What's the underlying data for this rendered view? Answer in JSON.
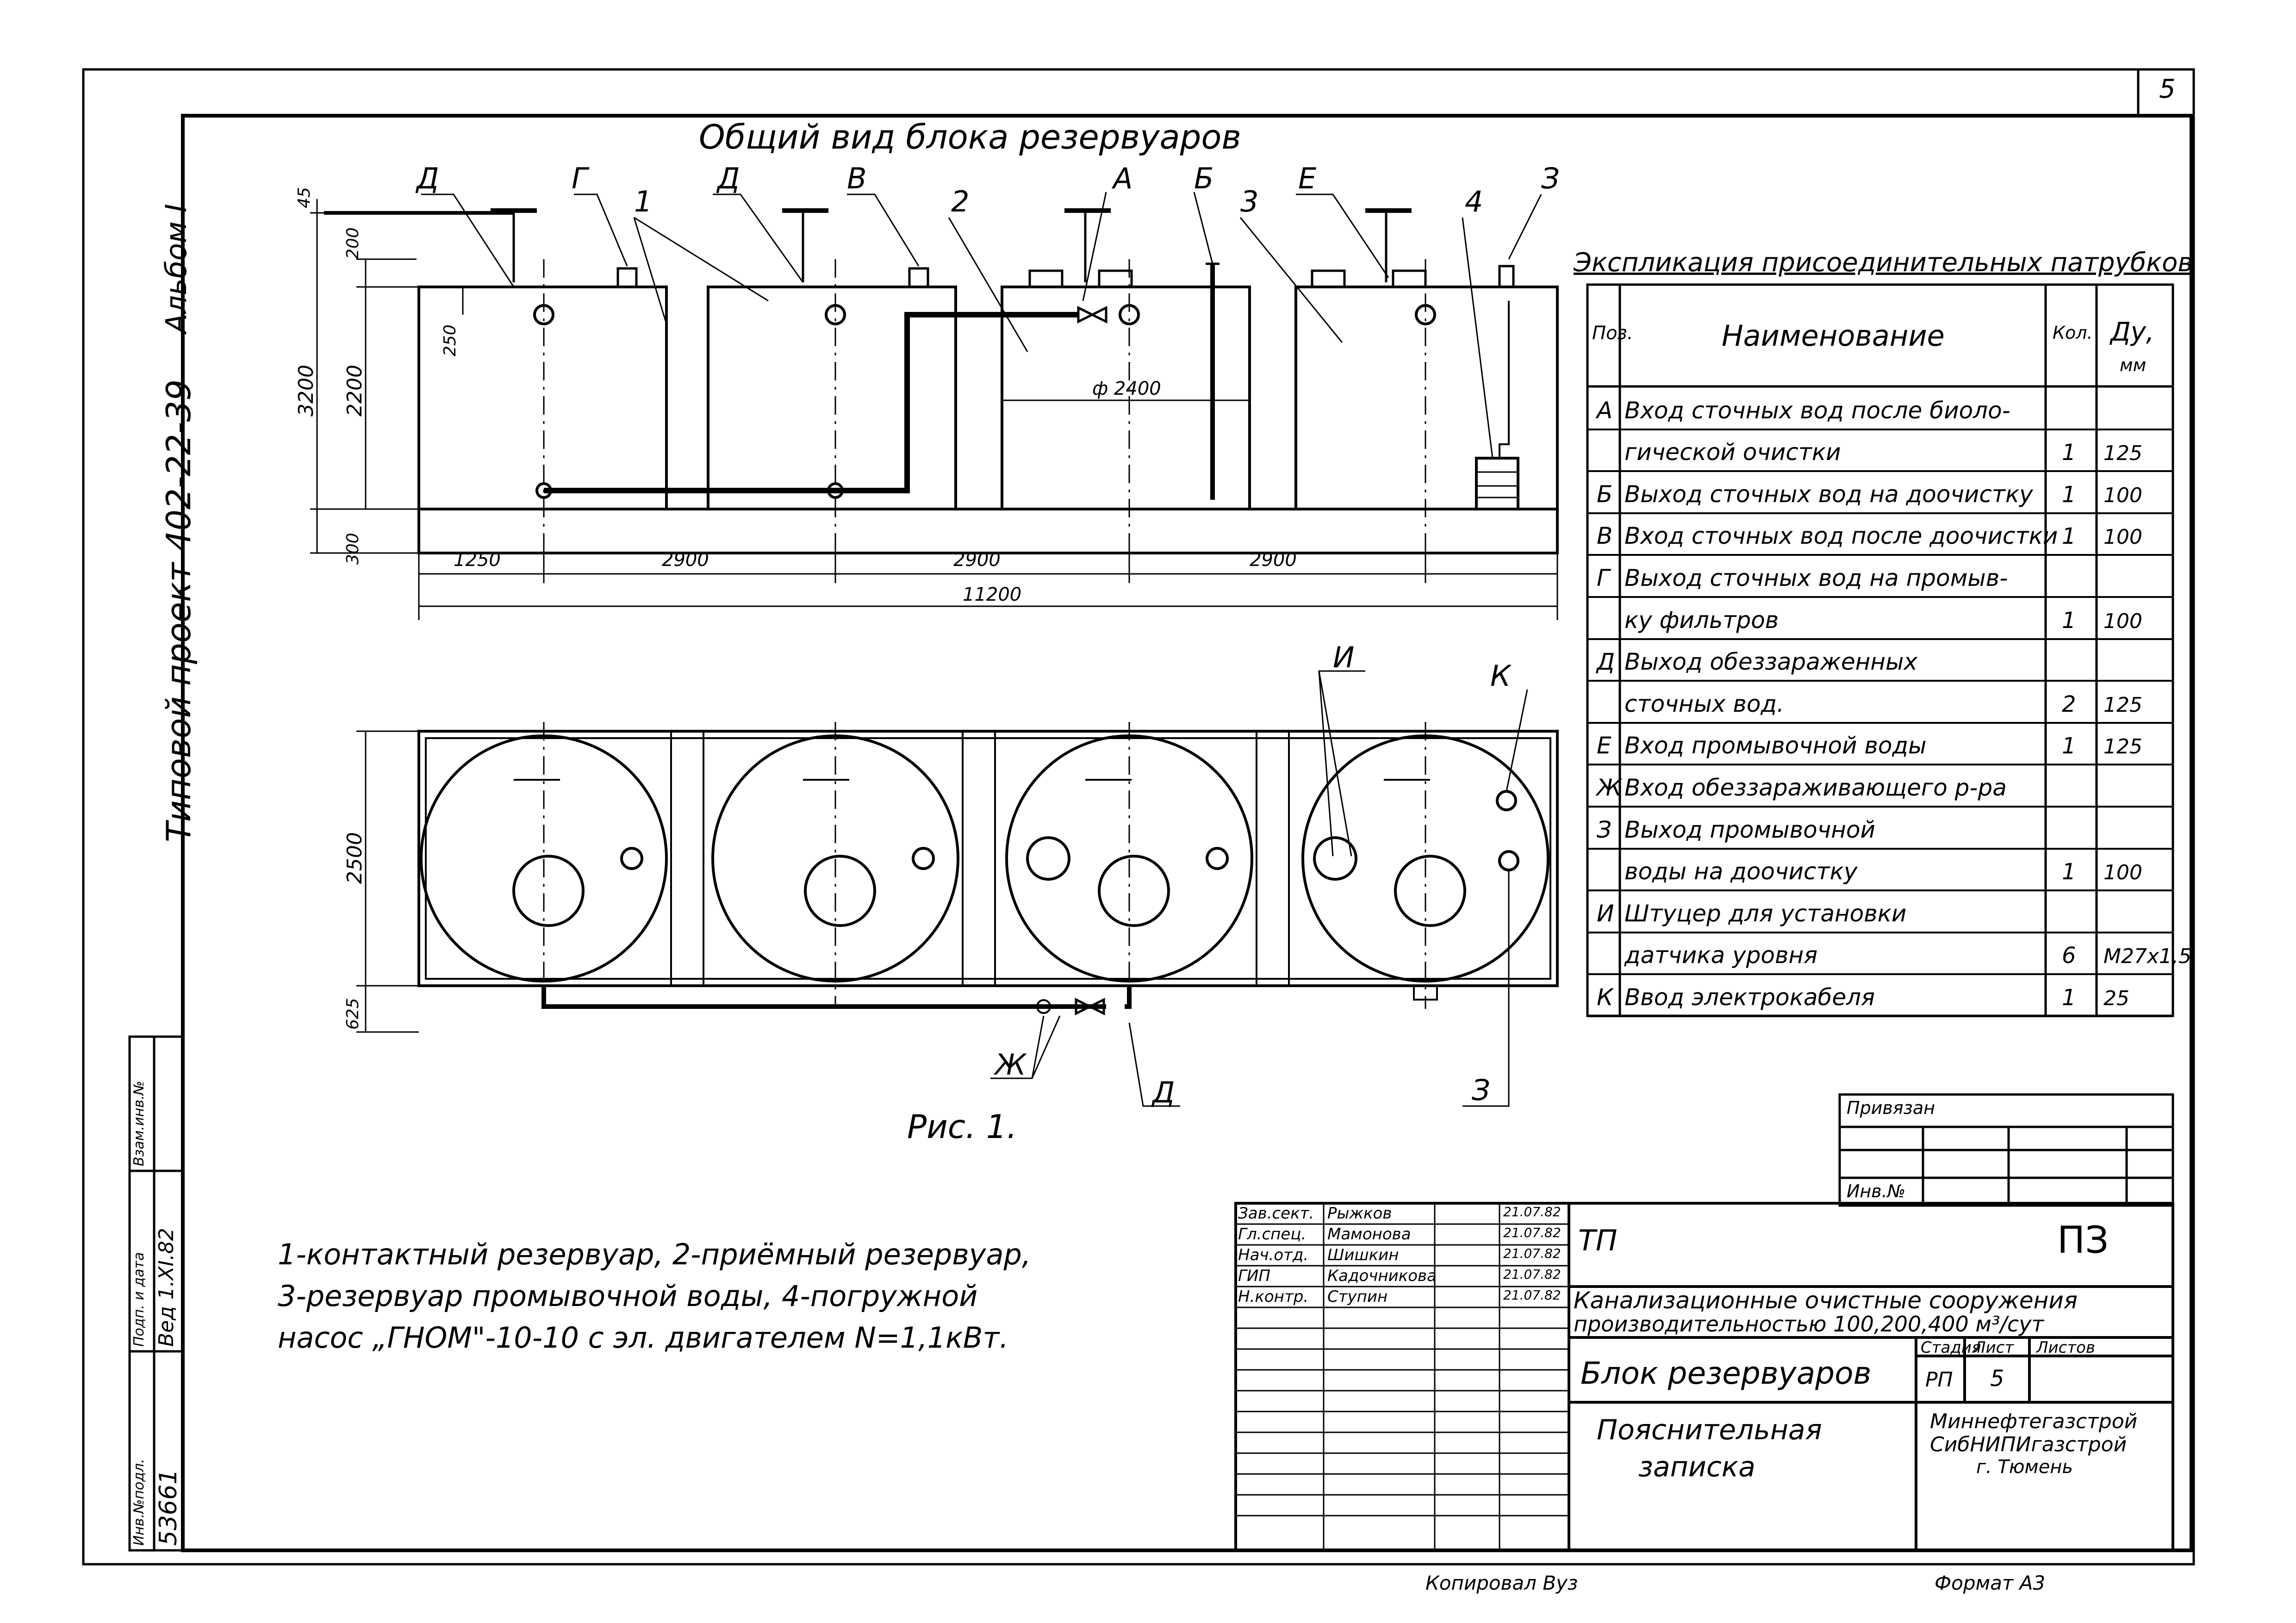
{
  "page_number": "5",
  "title": "Общий вид блока резервуаров",
  "side": {
    "album": "Альбом I",
    "project": "Типовой проект 402-22-39"
  },
  "callouts": {
    "D1": "Д",
    "G": "Г",
    "n1": "1",
    "D2": "Д",
    "V": "В",
    "n2": "2",
    "A": "А",
    "B": "Б",
    "n3": "3",
    "E": "Е",
    "n4": "4",
    "Z": "З",
    "I": "И",
    "K": "К",
    "Zh": "Ж",
    "D3": "Д",
    "Z2": "З"
  },
  "dims": {
    "d45": "45",
    "d200": "200",
    "d3200": "3200",
    "d250": "250",
    "d2200": "2200",
    "d300": "300",
    "d1250": "1250",
    "d2900a": "2900",
    "d2900b": "2900",
    "d2900c": "2900",
    "d11200": "11200",
    "diam": "ф 2400",
    "d2500": "2500",
    "d625": "625"
  },
  "figure_label": "Рис. 1.",
  "legend": [
    "1-контактный резервуар, 2-приёмный резервуар,",
    "3-резервуар промывочной воды, 4-погружной",
    "насос „ГНОМ\"-10-10 с эл. двигателем N=1,1кВт."
  ],
  "explication": {
    "title": "Экспликация присоединительных патрубков",
    "headers": {
      "pos": "Поз.",
      "name": "Наименование",
      "qty": "Кол.",
      "du": "Ду,",
      "du_unit": "мм"
    },
    "rows": [
      {
        "pos": "А",
        "name": "Вход сточных вод после биоло-",
        "qty": "",
        "du": ""
      },
      {
        "pos": "",
        "name": "гической очистки",
        "qty": "1",
        "du": "125"
      },
      {
        "pos": "Б",
        "name": "Выход сточных вод на доочистку",
        "qty": "1",
        "du": "100"
      },
      {
        "pos": "В",
        "name": "Вход сточных вод после доочистки",
        "qty": "1",
        "du": "100"
      },
      {
        "pos": "Г",
        "name": "Выход сточных вод на промыв-",
        "qty": "",
        "du": ""
      },
      {
        "pos": "",
        "name": "ку фильтров",
        "qty": "1",
        "du": "100"
      },
      {
        "pos": "Д",
        "name": "Выход обеззараженных",
        "qty": "",
        "du": ""
      },
      {
        "pos": "",
        "name": "сточных вод.",
        "qty": "2",
        "du": "125"
      },
      {
        "pos": "Е",
        "name": "Вход промывочной воды",
        "qty": "1",
        "du": "125"
      },
      {
        "pos": "Ж",
        "name": "Вход обеззараживающего р-ра",
        "qty": "",
        "du": ""
      },
      {
        "pos": "З",
        "name": "Выход промывочной",
        "qty": "",
        "du": ""
      },
      {
        "pos": "",
        "name": "воды на доочистку",
        "qty": "1",
        "du": "100"
      },
      {
        "pos": "И",
        "name": "Штуцер для установки",
        "qty": "",
        "du": ""
      },
      {
        "pos": "",
        "name": "датчика уровня",
        "qty": "6",
        "du": "М27х1,5"
      },
      {
        "pos": "К",
        "name": "Ввод электрокабеля",
        "qty": "1",
        "du": "25"
      }
    ]
  },
  "binding": {
    "privyazan": "Привязан",
    "inv": "Инв.№"
  },
  "stamp": {
    "signatures": [
      {
        "role": "Зав.сект.",
        "name": "Рыжков",
        "date": "21.07.82"
      },
      {
        "role": "Гл.спец.",
        "name": "Мамонова",
        "date": "21.07.82"
      },
      {
        "role": "Нач.отд.",
        "name": "Шишкин",
        "date": "21.07.82"
      },
      {
        "role": "ГИП",
        "name": "Кадочникова",
        "date": "21.07.82"
      },
      {
        "role": "Н.контр.",
        "name": "Ступин",
        "date": "21.07.82"
      }
    ],
    "tp": "ТП",
    "code": "ПЗ",
    "project_desc_1": "Канализационные очистные сооружения",
    "project_desc_2": "производительностью 100,200,400 м³/сут",
    "block_name": "Блок резервуаров",
    "doc_name_1": "Пояснительная",
    "doc_name_2": "записка",
    "stage_h": "Стадия",
    "sheet_h": "Лист",
    "sheets_h": "Листов",
    "stage": "РП",
    "sheet": "5",
    "sheets": "",
    "org_1": "Миннефтегазстрой",
    "org_2": "СибНИПИгазстрой",
    "org_3": "г. Тюмень"
  },
  "left_stamp": {
    "inv_label": "Инв.№подл.",
    "inv_value": "53661",
    "sign_label": "Подп. и дата",
    "sign_value": "Вед 1.XI.82",
    "swap_label": "Взам.инв.№"
  },
  "footer": {
    "copied": "Копировал Вуз",
    "format": "Формат А3"
  }
}
